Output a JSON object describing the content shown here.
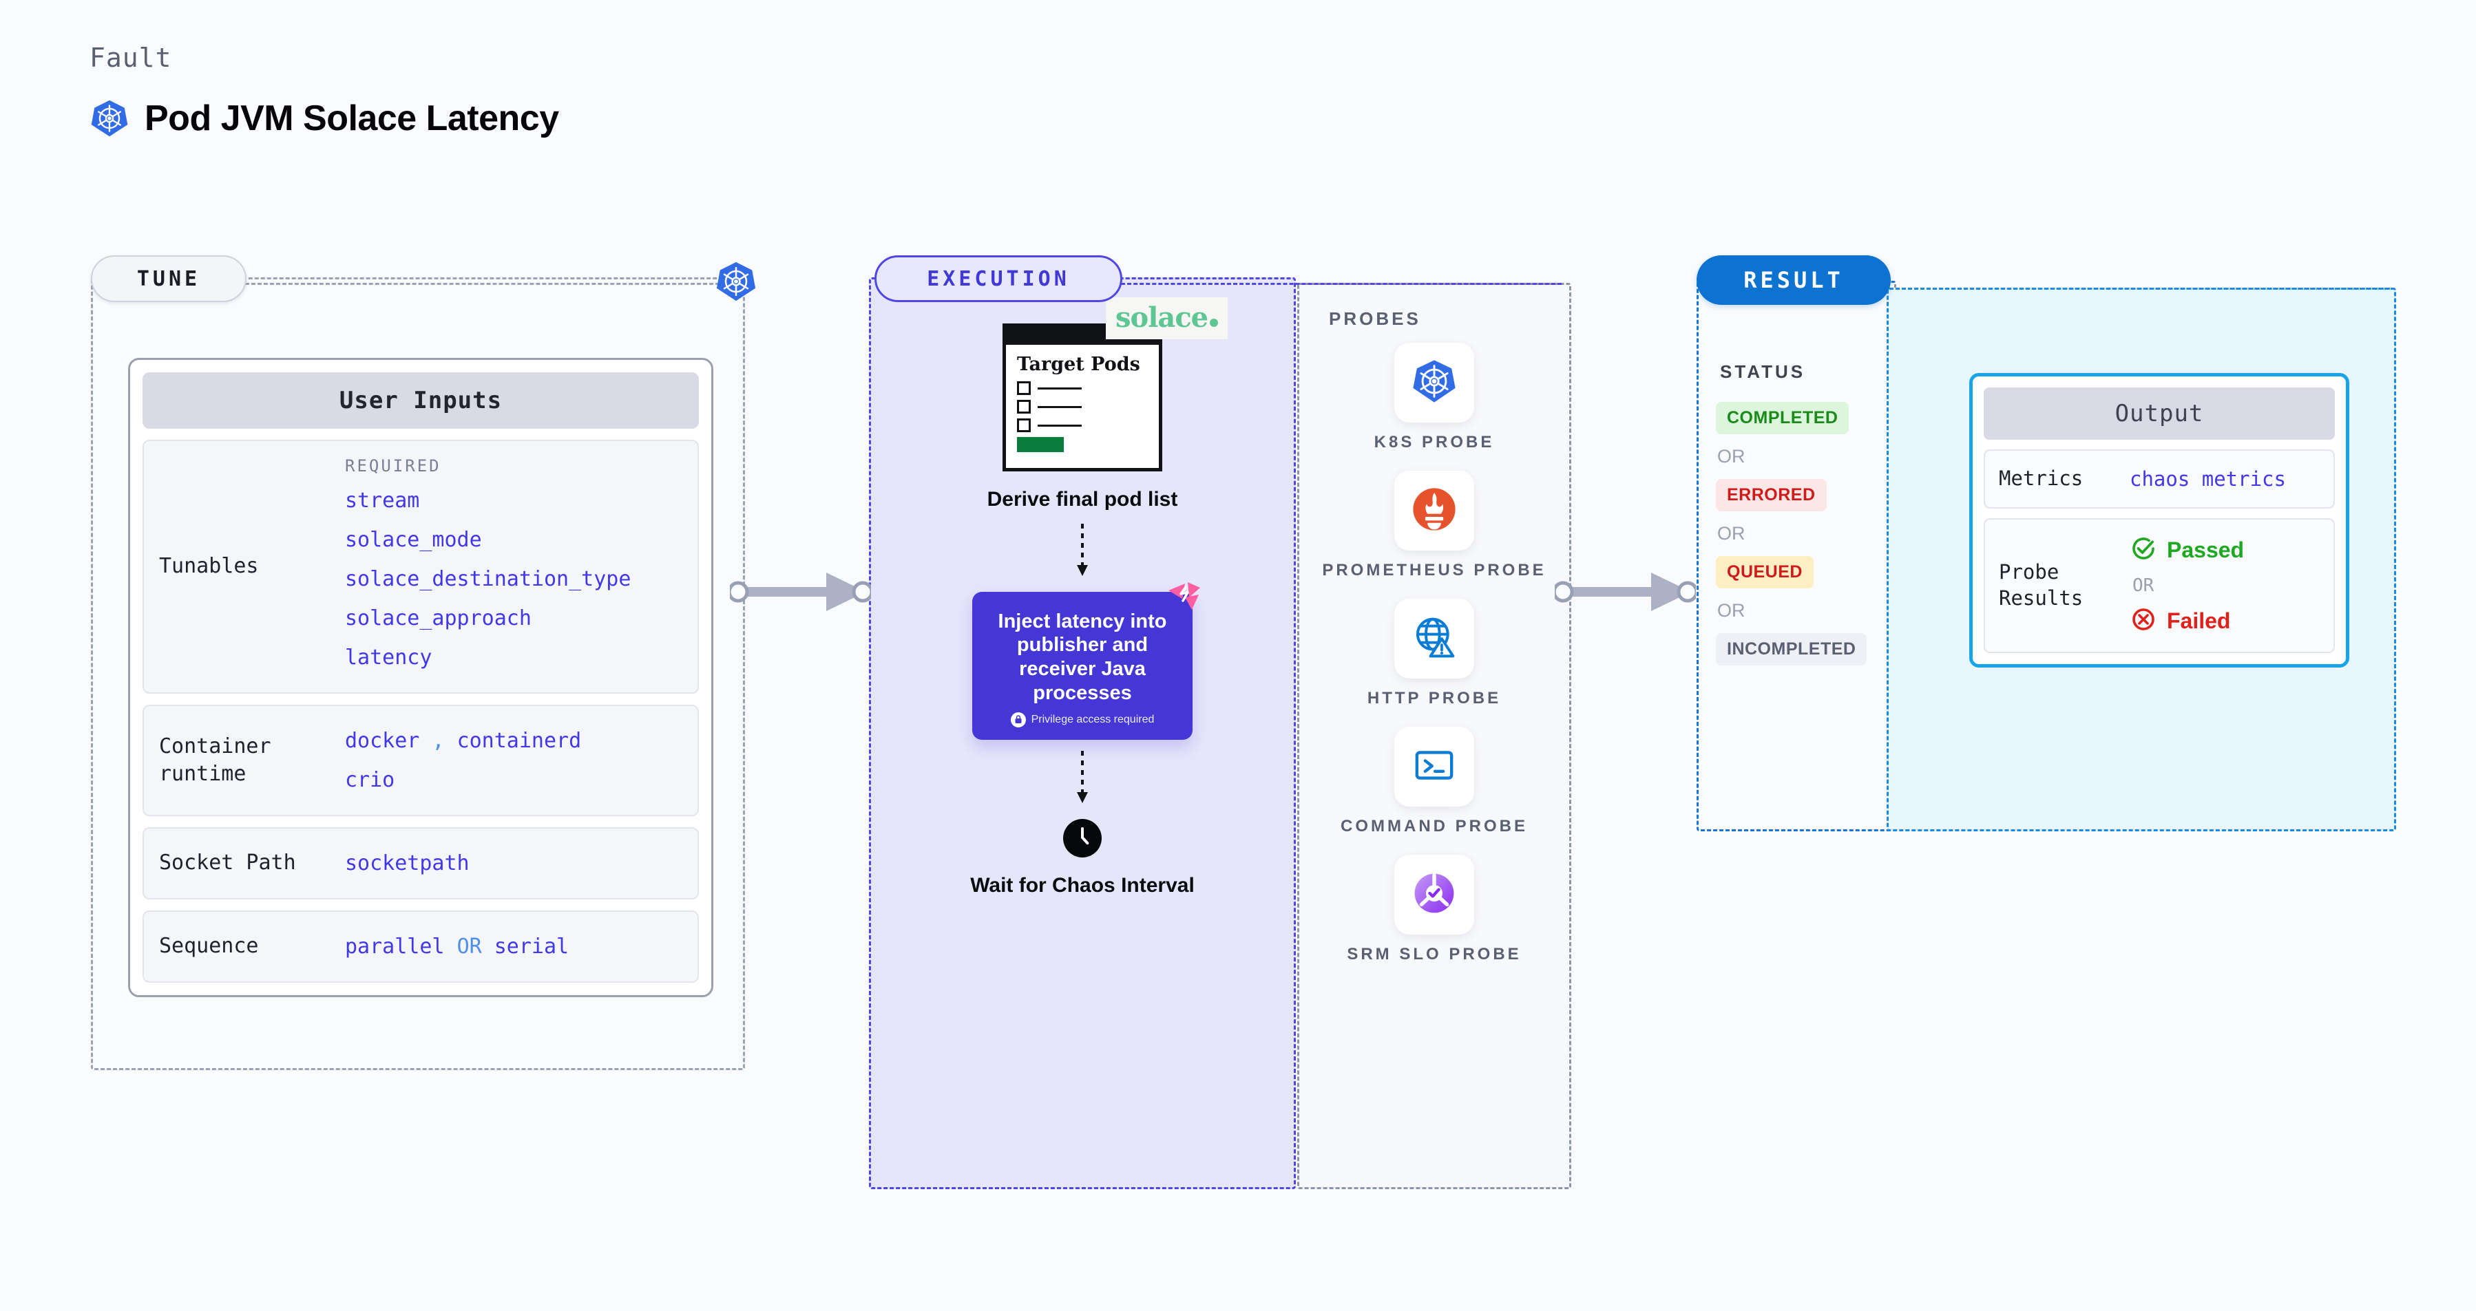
{
  "header": {
    "kicker": "Fault",
    "title": "Pod JVM Solace Latency",
    "logo_icon": "kubernetes-icon"
  },
  "stages": {
    "tune": {
      "label": "TUNE"
    },
    "execution": {
      "label": "EXECUTION"
    },
    "result": {
      "label": "RESULT"
    }
  },
  "tune": {
    "card_title": "User Inputs",
    "node_badge_icon": "kubernetes-icon",
    "rows": [
      {
        "label": "Tunables",
        "required_label": "REQUIRED",
        "values": [
          "stream",
          "solace_mode",
          "solace_destination_type",
          "solace_approach",
          "latency"
        ]
      },
      {
        "label": "Container runtime",
        "values": [
          "docker",
          "containerd",
          "crio"
        ],
        "separator": ","
      },
      {
        "label": "Socket Path",
        "values": [
          "socketpath"
        ]
      },
      {
        "label": "Sequence",
        "values": [
          "parallel",
          "serial"
        ],
        "separator": "OR"
      }
    ]
  },
  "execution": {
    "step1": {
      "doc_title": "Target Pods",
      "brand": "solace",
      "brand_icon": "solace-logo",
      "caption": "Derive final pod list"
    },
    "step2": {
      "title": "Inject latency into publisher and receiver Java processes",
      "privilege_note": "Privilege access required",
      "lock_icon": "lock-icon",
      "ribbon_icon": "chaos-ribbon-icon"
    },
    "step3": {
      "clock_icon": "clock-icon",
      "caption": "Wait for Chaos Interval"
    }
  },
  "probes": {
    "title": "PROBES",
    "items": [
      {
        "label": "K8S PROBE",
        "icon": "kubernetes-icon"
      },
      {
        "label": "PROMETHEUS PROBE",
        "icon": "prometheus-icon"
      },
      {
        "label": "HTTP PROBE",
        "icon": "globe-warning-icon"
      },
      {
        "label": "COMMAND PROBE",
        "icon": "terminal-icon"
      },
      {
        "label": "SRM SLO PROBE",
        "icon": "srm-slo-icon"
      }
    ]
  },
  "result": {
    "status_title": "STATUS",
    "or_label": "OR",
    "statuses": [
      {
        "label": "COMPLETED",
        "variant": "completed"
      },
      {
        "label": "ERRORED",
        "variant": "errored"
      },
      {
        "label": "QUEUED",
        "variant": "queued"
      },
      {
        "label": "INCOMPLETED",
        "variant": "incompleted"
      }
    ],
    "output": {
      "card_title": "Output",
      "metrics_label": "Metrics",
      "metrics_value": "chaos metrics",
      "probe_results_label": "Probe Results",
      "passed_label": "Passed",
      "failed_label": "Failed",
      "or_label": "OR",
      "passed_icon": "check-circle-icon",
      "failed_icon": "x-circle-icon"
    }
  },
  "colors": {
    "accent_indigo": "#4338e8",
    "execution_purple": "#4f46e5",
    "result_blue": "#0d72d0",
    "output_cyan": "#18a5e8",
    "passed_green": "#1fa821",
    "failed_red": "#e0201b",
    "solace_green": "#5ec693",
    "ribbon_pink": "#ff5fa2"
  }
}
